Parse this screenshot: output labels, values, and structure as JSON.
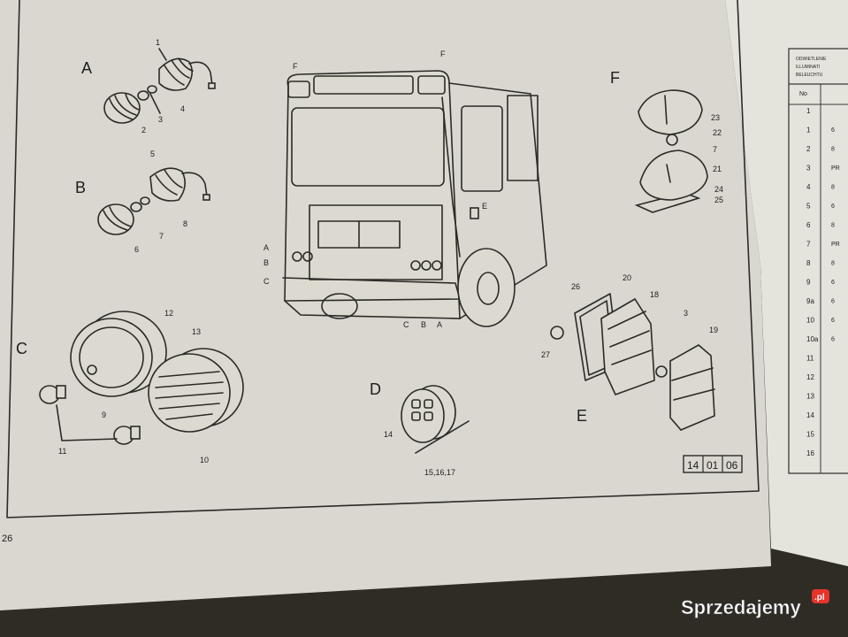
{
  "panel_labels": {
    "A": "A",
    "B": "B",
    "C": "C",
    "D": "D",
    "E": "E",
    "F": "F"
  },
  "part_numbers": {
    "n1": "1",
    "n2": "2",
    "n3": "3",
    "n4": "4",
    "n5": "5",
    "n6": "6",
    "n7": "7",
    "n8": "8",
    "n9": "9",
    "n10": "10",
    "n11": "11",
    "n12": "12",
    "n13": "13",
    "n14": "14",
    "n15_17": "15,16,17",
    "n18": "18",
    "n19": "19",
    "n20": "20",
    "n21": "21",
    "n22": "22",
    "n23": "23",
    "n24": "24",
    "n25": "25",
    "n26": "26",
    "n27": "27",
    "n3b": "3",
    "n7b": "7"
  },
  "bus_callouts": {
    "f1": "F",
    "f2": "F",
    "a": "A",
    "b": "B",
    "c": "C",
    "e": "E",
    "c2": "C",
    "b2": "B",
    "a2": "A"
  },
  "ref_box": [
    "14",
    "01",
    "06"
  ],
  "page_number": "26",
  "right_page": {
    "header": [
      "ODWIETLENIE",
      "ILLUMINATI",
      "BELEUCHTU"
    ],
    "col_header": "No",
    "rows": [
      "1",
      "1",
      "2",
      "3",
      "4",
      "5",
      "6",
      "7",
      "8",
      "9",
      "9a",
      "10",
      "10a",
      "11",
      "12",
      "13",
      "14",
      "15",
      "16"
    ],
    "partial": [
      "6",
      "8",
      "PR",
      "8",
      "6",
      "8",
      "PR",
      "8",
      "6",
      "6",
      "6",
      "6"
    ]
  },
  "watermark": "Sprzedajemy",
  "watermark_suffix": ".pl"
}
